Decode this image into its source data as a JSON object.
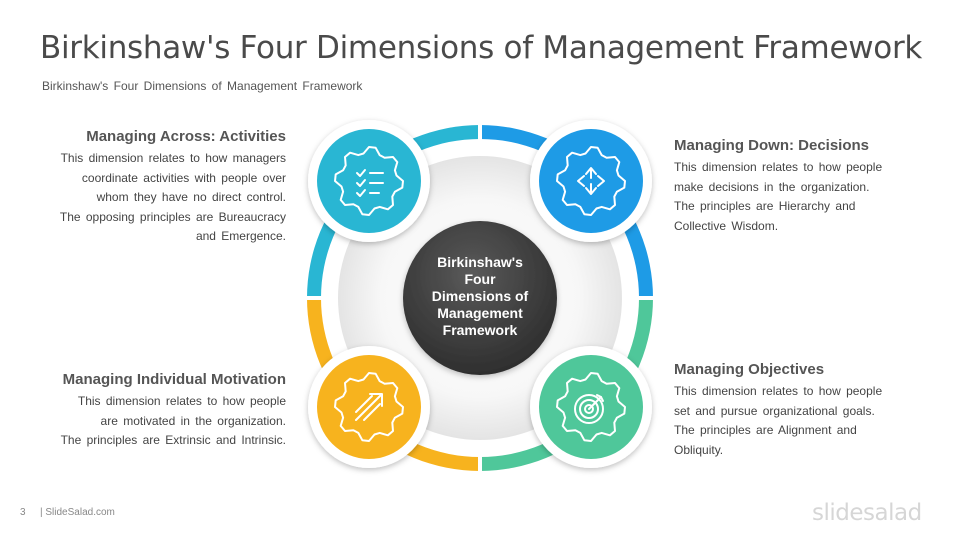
{
  "header": {
    "title": "Birkinshaw's Four Dimensions of Management Framework",
    "subtitle": "Birkinshaw's  Four  Dimensions  of  Management  Framework"
  },
  "center": {
    "lines": [
      "Birkinshaw's",
      "Four",
      "Dimensions of",
      "Management",
      "Framework"
    ]
  },
  "dimensions": [
    {
      "title": "Managing Across: Activities",
      "lines": [
        "This dimension  relates to how managers",
        "coordinate  activities with people over",
        "whom they have no direct  control.",
        "The opposing  principles  are Bureaucracy",
        "and Emergence."
      ],
      "icon": "checklist-gear-icon",
      "color": "#29b6d3"
    },
    {
      "title": "Managing Down: Decisions",
      "lines": [
        "This dimension  relates to how  people",
        "make decisions  in the organization.",
        "The principles  are Hierarchy  and",
        "Collective Wisdom."
      ],
      "icon": "directions-gear-icon",
      "color": "#1e9be6"
    },
    {
      "title": "Managing Individual Motivation",
      "lines": [
        "This dimension  relates to how people",
        "are motivated in the organization.",
        "The principles  are Extrinsic and Intrinsic."
      ],
      "icon": "growth-arrow-gear-icon",
      "color": "#f7b31e"
    },
    {
      "title": "Managing Objectives",
      "lines": [
        "This dimension  relates to how  people",
        "set and pursue organizational  goals.",
        "The principles  are Alignment  and",
        "Obliquity."
      ],
      "icon": "target-gear-icon",
      "color": "#4fc79a"
    }
  ],
  "footer": {
    "page_number": "3",
    "site": "| SlideSalad.com",
    "brand": "slidesalad"
  }
}
